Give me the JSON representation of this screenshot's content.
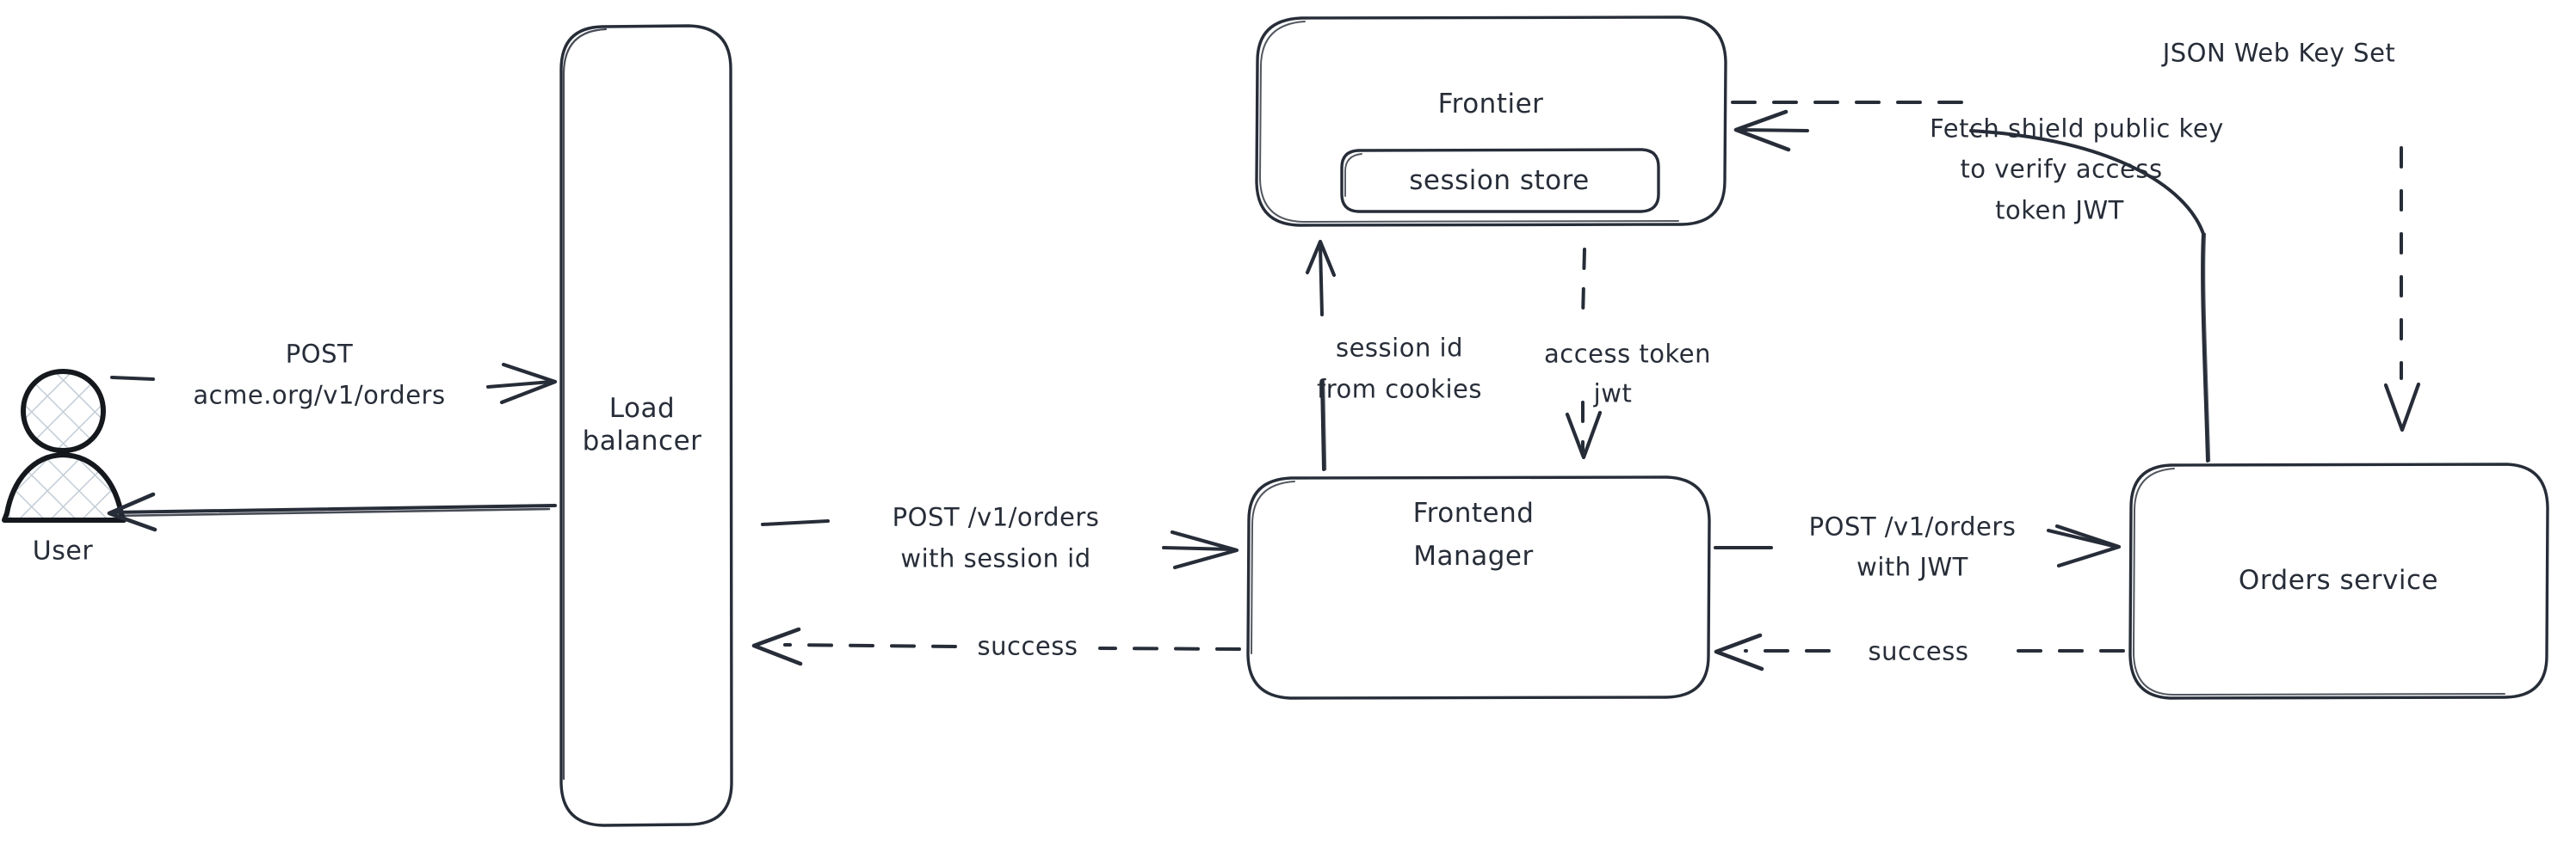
{
  "diagram": {
    "title": "Order request authentication flow",
    "style": "hand-drawn",
    "stroke_color": "#272d38",
    "background_color": "#ffffff",
    "actor_fill_color": "#ced4da",
    "nodes": [
      {
        "id": "user",
        "name": "User",
        "label": "User",
        "shape": "actor"
      },
      {
        "id": "loadbalancer",
        "name": "Load balancer",
        "label": "Load\nbalancer",
        "shape": "rounded-rect"
      },
      {
        "id": "frontier",
        "name": "Frontier",
        "label": "Frontier",
        "shape": "rounded-rect"
      },
      {
        "id": "sessionstore",
        "name": "session store",
        "label": "session store",
        "shape": "rounded-rect"
      },
      {
        "id": "frontendmgr",
        "name": "Frontend Manager",
        "label": "Frontend\nManager",
        "shape": "rounded-rect"
      },
      {
        "id": "ordersvc",
        "name": "Orders service",
        "label": "Orders service",
        "shape": "rounded-rect"
      }
    ],
    "edges": [
      {
        "id": "e1",
        "from": "user",
        "to": "loadbalancer",
        "label": "POST\nacme.org/v1/orders",
        "style": "solid",
        "direction": "right"
      },
      {
        "id": "e2",
        "from": "loadbalancer",
        "to": "user",
        "label": "",
        "style": "solid",
        "direction": "left"
      },
      {
        "id": "e3",
        "from": "loadbalancer",
        "to": "frontendmgr",
        "label": "POST /v1/orders\nwith session id",
        "style": "solid",
        "direction": "right"
      },
      {
        "id": "e4",
        "from": "frontendmgr",
        "to": "loadbalancer",
        "label": "success",
        "style": "dashed",
        "direction": "left"
      },
      {
        "id": "e5",
        "from": "frontendmgr",
        "to": "frontier",
        "label": "session id\nfrom cookies",
        "style": "solid",
        "direction": "up"
      },
      {
        "id": "e6",
        "from": "frontier",
        "to": "frontendmgr",
        "label": "access token\njwt",
        "style": "dashed",
        "direction": "down"
      },
      {
        "id": "e7",
        "from": "frontendmgr",
        "to": "ordersvc",
        "label": "POST /v1/orders\nwith JWT",
        "style": "solid",
        "direction": "right"
      },
      {
        "id": "e8",
        "from": "ordersvc",
        "to": "frontendmgr",
        "label": "success",
        "style": "dashed",
        "direction": "left"
      },
      {
        "id": "e9",
        "from": "ordersvc",
        "to": "frontier",
        "label": "Fetch shield public key\nto verify access\ntoken JWT",
        "style": "solid",
        "direction": "left"
      },
      {
        "id": "e10",
        "from": "frontier",
        "to": "ordersvc",
        "label": "JSON Web Key Set",
        "style": "dashed",
        "direction": "down"
      }
    ],
    "labels": {
      "user": "User",
      "load_balancer": "Load\nbalancer",
      "load_balancer_line1": "Load",
      "load_balancer_line2": "balancer",
      "frontier": "Frontier",
      "session_store": "session store",
      "frontend_manager_line1": "Frontend",
      "frontend_manager_line2": "Manager",
      "orders_service": "Orders service",
      "post_acme_line1": "POST",
      "post_acme_line2": "acme.org/v1/orders",
      "post_orders_session_line1": "POST /v1/orders",
      "post_orders_session_line2": "with session id",
      "success_left": "success",
      "session_id_line1": "session id",
      "session_id_line2": "from cookies",
      "access_token_line1": "access token",
      "access_token_line2": "jwt",
      "post_orders_jwt_line1": "POST /v1/orders",
      "post_orders_jwt_line2": "with JWT",
      "success_right": "success",
      "fetch_key_line1": "Fetch shield public key",
      "fetch_key_line2": "to verify access",
      "fetch_key_line3": "token JWT",
      "jwks": "JSON Web Key Set"
    }
  }
}
